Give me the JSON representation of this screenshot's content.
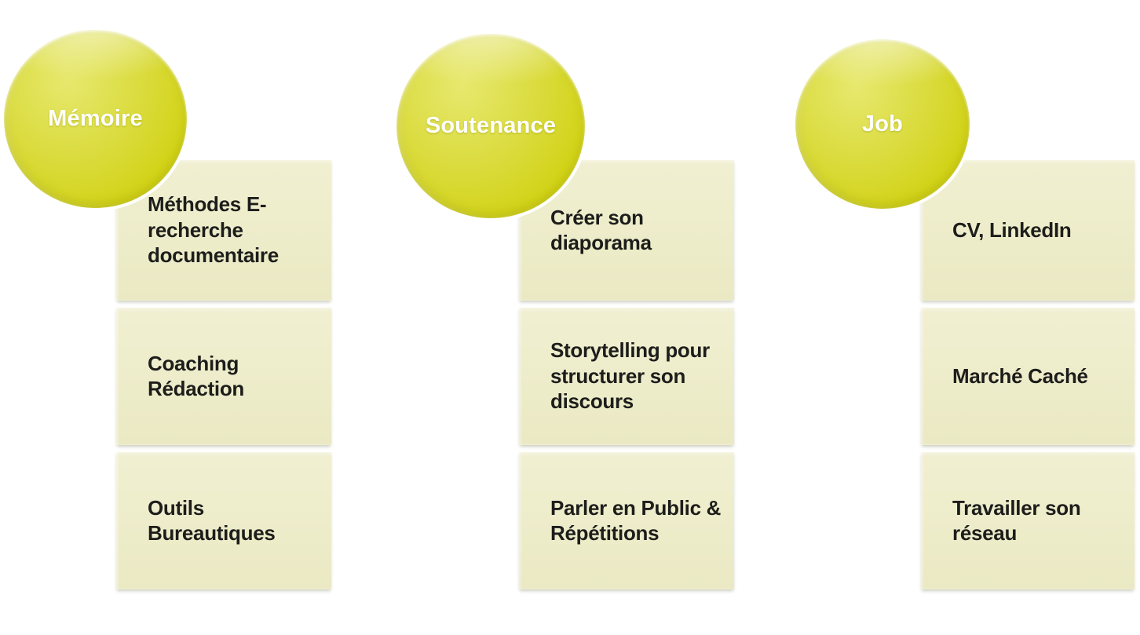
{
  "diagram": {
    "type": "smartart-vertical-picture-list",
    "columns": [
      {
        "header": "Mémoire",
        "items": [
          "Méthodes E-recherche documentaire",
          "Coaching Rédaction",
          "Outils Bureautiques"
        ]
      },
      {
        "header": "Soutenance",
        "items": [
          "Créer son diaporama",
          "Storytelling pour structurer son discours",
          "Parler en Public & Répétitions"
        ]
      },
      {
        "header": "Job",
        "items": [
          "CV, LinkedIn",
          "Marché Caché",
          "Travailler son réseau"
        ]
      }
    ],
    "colors": {
      "circle_gradient_light": "#e7e86e",
      "circle_gradient_mid": "#dadb3c",
      "circle_gradient_dark": "#cccd05",
      "circle_halo": "#ffffff",
      "box_background": "#edecc9",
      "box_text": "#1d1d1b",
      "header_text": "#ffffff",
      "page_background": "#ffffff"
    }
  }
}
